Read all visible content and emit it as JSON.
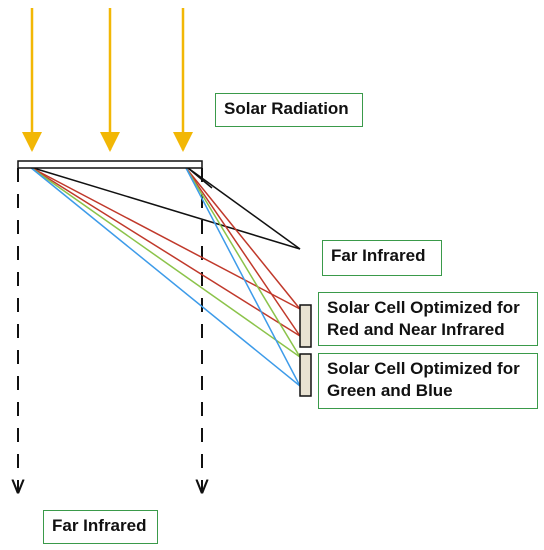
{
  "labels": {
    "solar_radiation": "Solar Radiation",
    "far_infrared_right": "Far Infrared",
    "cell_red_line1": "Solar Cell Optimized for",
    "cell_red_line2": "Red and Near Infrared",
    "cell_green_line1": "Solar Cell Optimized for",
    "cell_green_line2": "Green and Blue",
    "far_infrared_bottom": "Far Infrared"
  },
  "colors": {
    "sun_arrow": "#f2b705",
    "red_ray": "#c0392b",
    "green_ray": "#8bc34a",
    "blue_ray": "#3d9be9",
    "far_ir_ray": "#111111",
    "label_border": "#3a9a4a",
    "cell_fill": "#e8e2d2"
  }
}
